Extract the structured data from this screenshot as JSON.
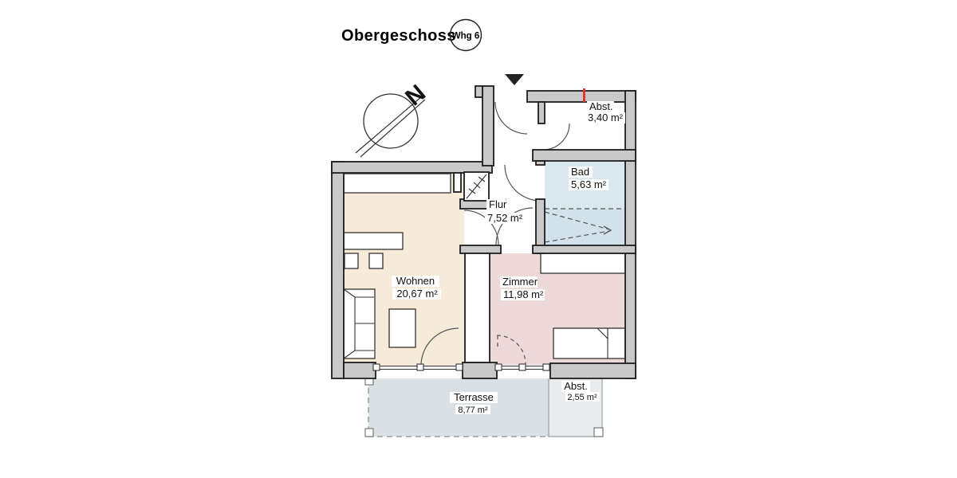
{
  "title": "Obergeschoss",
  "badge": "Whg 6",
  "compass_label": "N",
  "rooms": {
    "abst_top": {
      "name": "Abst.",
      "area": "3,40 m²"
    },
    "bad": {
      "name": "Bad",
      "area": "5,63 m²"
    },
    "flur": {
      "name": "Flur",
      "area": "7,52 m²"
    },
    "wohnen": {
      "name": "Wohnen",
      "area": "20,67 m²"
    },
    "zimmer": {
      "name": "Zimmer",
      "area": "11,98 m²"
    },
    "terrasse": {
      "name": "Terrasse",
      "area": "8,77 m²"
    },
    "abst_bottom": {
      "name": "Abst.",
      "area": "2,55 m²"
    }
  },
  "colors": {
    "wall_fill": "#c9c9c9",
    "wall_outline": "#1d1d1d",
    "wohnen_floor": "#f6ead9",
    "zimmer_floor": "#eddad8",
    "bad_floor": "#dbe7ee",
    "bad_floor_lower": "#d3e2ea",
    "terrasse_floor": "#dae1e4",
    "abst_floor": "#e9ebed",
    "marker_red": "#e2372c"
  }
}
